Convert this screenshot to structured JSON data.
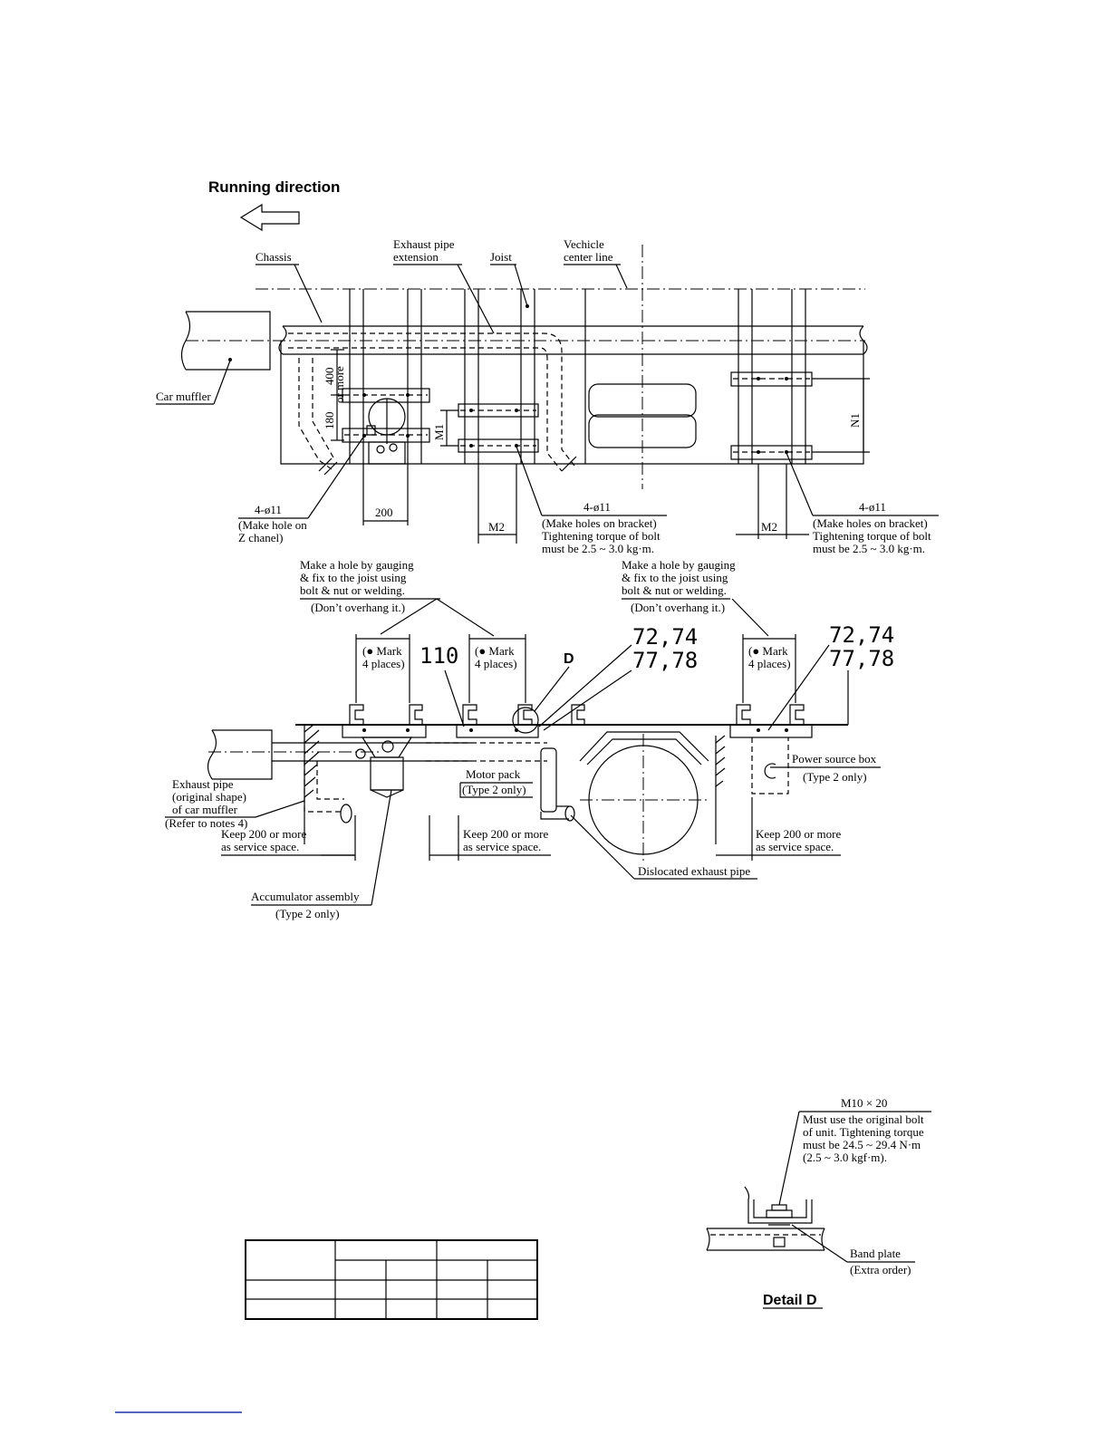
{
  "running_direction": "Running direction",
  "top_view": {
    "chassis": "Chassis",
    "exhaust_pipe_ext_1": "Exhaust pipe",
    "exhaust_pipe_ext_2": "extension",
    "joist": "Joist",
    "vehicle_center_1": "Vechicle",
    "vehicle_center_2": "center line",
    "car_muffler": "Car muffler",
    "dim_400": "400",
    "dim_or_more": "or more",
    "dim_180": "180",
    "dim_m1": "M1",
    "dim_n1": "N1",
    "dim_200": "200",
    "dim_m2_a": "M2",
    "dim_m2_b": "M2",
    "holes_z_1": "4-ø11",
    "holes_z_2": "(Make hole on",
    "holes_z_3": "Z chanel)",
    "holes_br_1": "4-ø11",
    "holes_br_2": "(Make holes on bracket)",
    "holes_br_3": "Tightening torque of bolt",
    "holes_br_4": "must be 2.5 ~ 3.0 kg·m.",
    "holes_br2_1": "4-ø11",
    "holes_br2_2": "(Make holes on bracket)",
    "holes_br2_3": "Tightening torque of bolt",
    "holes_br2_4": "must be 2.5 ~ 3.0 kg·m."
  },
  "side_view": {
    "gauge_a_1": "Make a hole by gauging",
    "gauge_a_2": "& fix to the joist using",
    "gauge_a_3": "bolt & nut or welding.",
    "gauge_a_4": "(Don’t overhang it.)",
    "gauge_b_1": "Make a hole by gauging",
    "gauge_b_2": "& fix to the joist using",
    "gauge_b_3": "bolt & nut or welding.",
    "gauge_b_4": "(Don’t overhang it.)",
    "mark_1a": "(● Mark",
    "mark_1b": "4 places)",
    "mark_2a": "(● Mark",
    "mark_2b": "4 places)",
    "mark_3a": "(● Mark",
    "mark_3b": "4 places)",
    "num_110": "110",
    "detail_d": "D",
    "num_a1": "72,74",
    "num_a2": "77,78",
    "num_b1": "72,74",
    "num_b2": "77,78",
    "exh_orig_1": "Exhaust pipe",
    "exh_orig_2": "(original shape)",
    "exh_orig_3": "of car muffler",
    "exh_orig_4": "(Refer to notes 4)",
    "keep_a_1": "Keep 200 or more",
    "keep_a_2": "as service space.",
    "keep_b_1": "Keep 200 or more",
    "keep_b_2": "as service space.",
    "keep_c_1": "Keep 200 or more",
    "keep_c_2": "as service space.",
    "motor_pack_1": "Motor pack",
    "motor_pack_2": "(Type 2 only)",
    "power_box_1": "Power source box",
    "power_box_2": "(Type 2 only)",
    "dislocated": "Dislocated exhaust pipe",
    "accum_1": "Accumulator assembly",
    "accum_2": "(Type 2 only)"
  },
  "detail": {
    "bolt": "M10 × 20",
    "note_1": "Must use the original bolt",
    "note_2": "of unit. Tightening torque",
    "note_3": "must be 24.5 ~ 29.4 N·m",
    "note_4": "(2.5 ~ 3.0 kgf·m).",
    "band_1": "Band plate",
    "band_2": "(Extra order)",
    "title": "Detail D"
  }
}
